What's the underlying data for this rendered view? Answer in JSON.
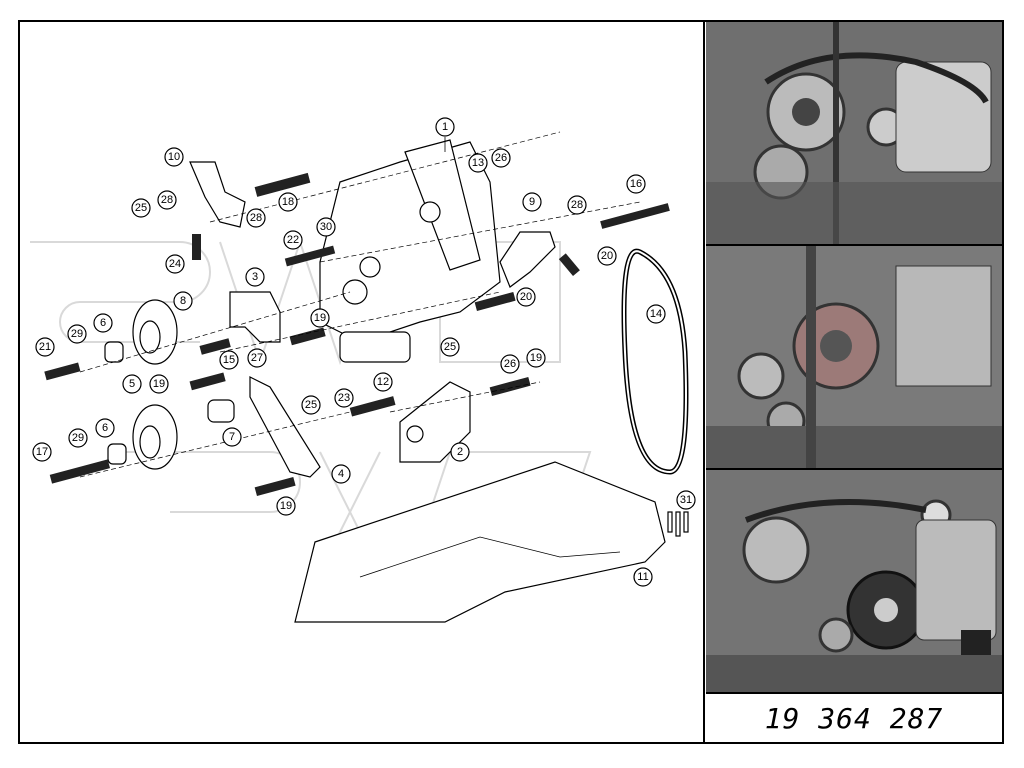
{
  "part_number": "19 364 287",
  "callouts": [
    "1",
    "2",
    "3",
    "4",
    "5",
    "6",
    "7",
    "8",
    "9",
    "10",
    "11",
    "12",
    "13",
    "14",
    "15",
    "16",
    "17",
    "18",
    "19",
    "20",
    "21",
    "22",
    "23",
    "24",
    "25",
    "26",
    "27",
    "28",
    "29",
    "30",
    "31"
  ],
  "photos": [
    "engine-belt-photo-top",
    "engine-belt-photo-middle",
    "engine-belt-photo-bottom"
  ]
}
